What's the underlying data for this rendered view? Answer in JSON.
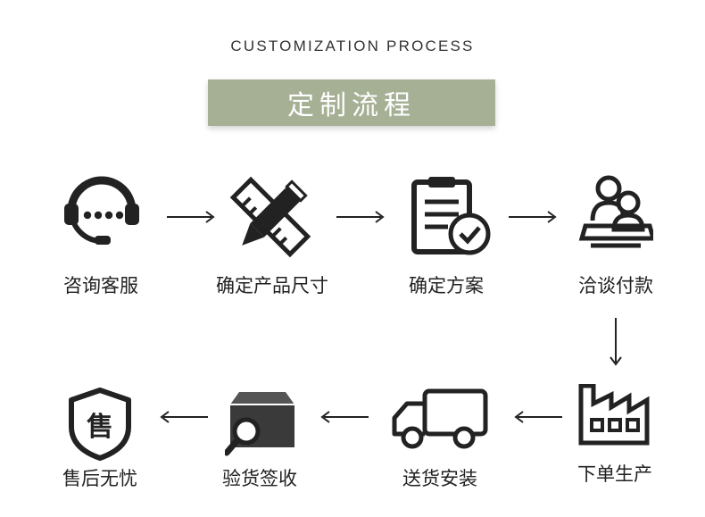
{
  "header": {
    "subtitle": "CUSTOMIZATION PROCESS",
    "title": "定制流程"
  },
  "colors": {
    "banner": "#a6b095",
    "ink": "#222222"
  },
  "steps": [
    {
      "label": "咨询客服",
      "icon": "headset-icon"
    },
    {
      "label": "确定产品尺寸",
      "icon": "pencil-ruler-icon"
    },
    {
      "label": "确定方案",
      "icon": "clipboard-check-icon"
    },
    {
      "label": "洽谈付款",
      "icon": "meeting-people-icon"
    },
    {
      "label": "下单生产",
      "icon": "factory-icon"
    },
    {
      "label": "送货安装",
      "icon": "delivery-truck-icon"
    },
    {
      "label": "验货签收",
      "icon": "box-inspect-icon"
    },
    {
      "label": "售后无忧",
      "icon": "after-sales-shield-icon"
    }
  ],
  "shield_glyph": "售"
}
